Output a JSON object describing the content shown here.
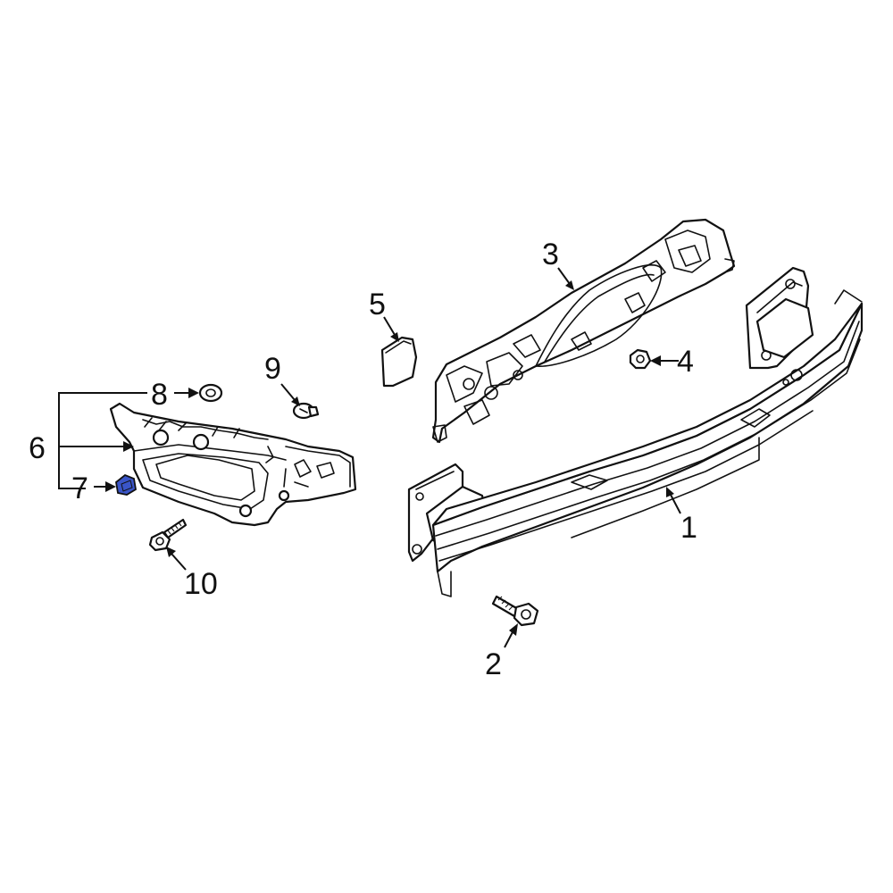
{
  "callouts": [
    {
      "id": "1",
      "label": "1"
    },
    {
      "id": "2",
      "label": "2"
    },
    {
      "id": "3",
      "label": "3"
    },
    {
      "id": "4",
      "label": "4"
    },
    {
      "id": "5",
      "label": "5"
    },
    {
      "id": "6",
      "label": "6"
    },
    {
      "id": "7",
      "label": "7"
    },
    {
      "id": "8",
      "label": "8"
    },
    {
      "id": "9",
      "label": "9"
    },
    {
      "id": "10",
      "label": "10"
    }
  ],
  "colors": {
    "line": "#111111",
    "background": "#ffffff",
    "highlight_part": "#3a55c8"
  },
  "highlighted_part": "7"
}
